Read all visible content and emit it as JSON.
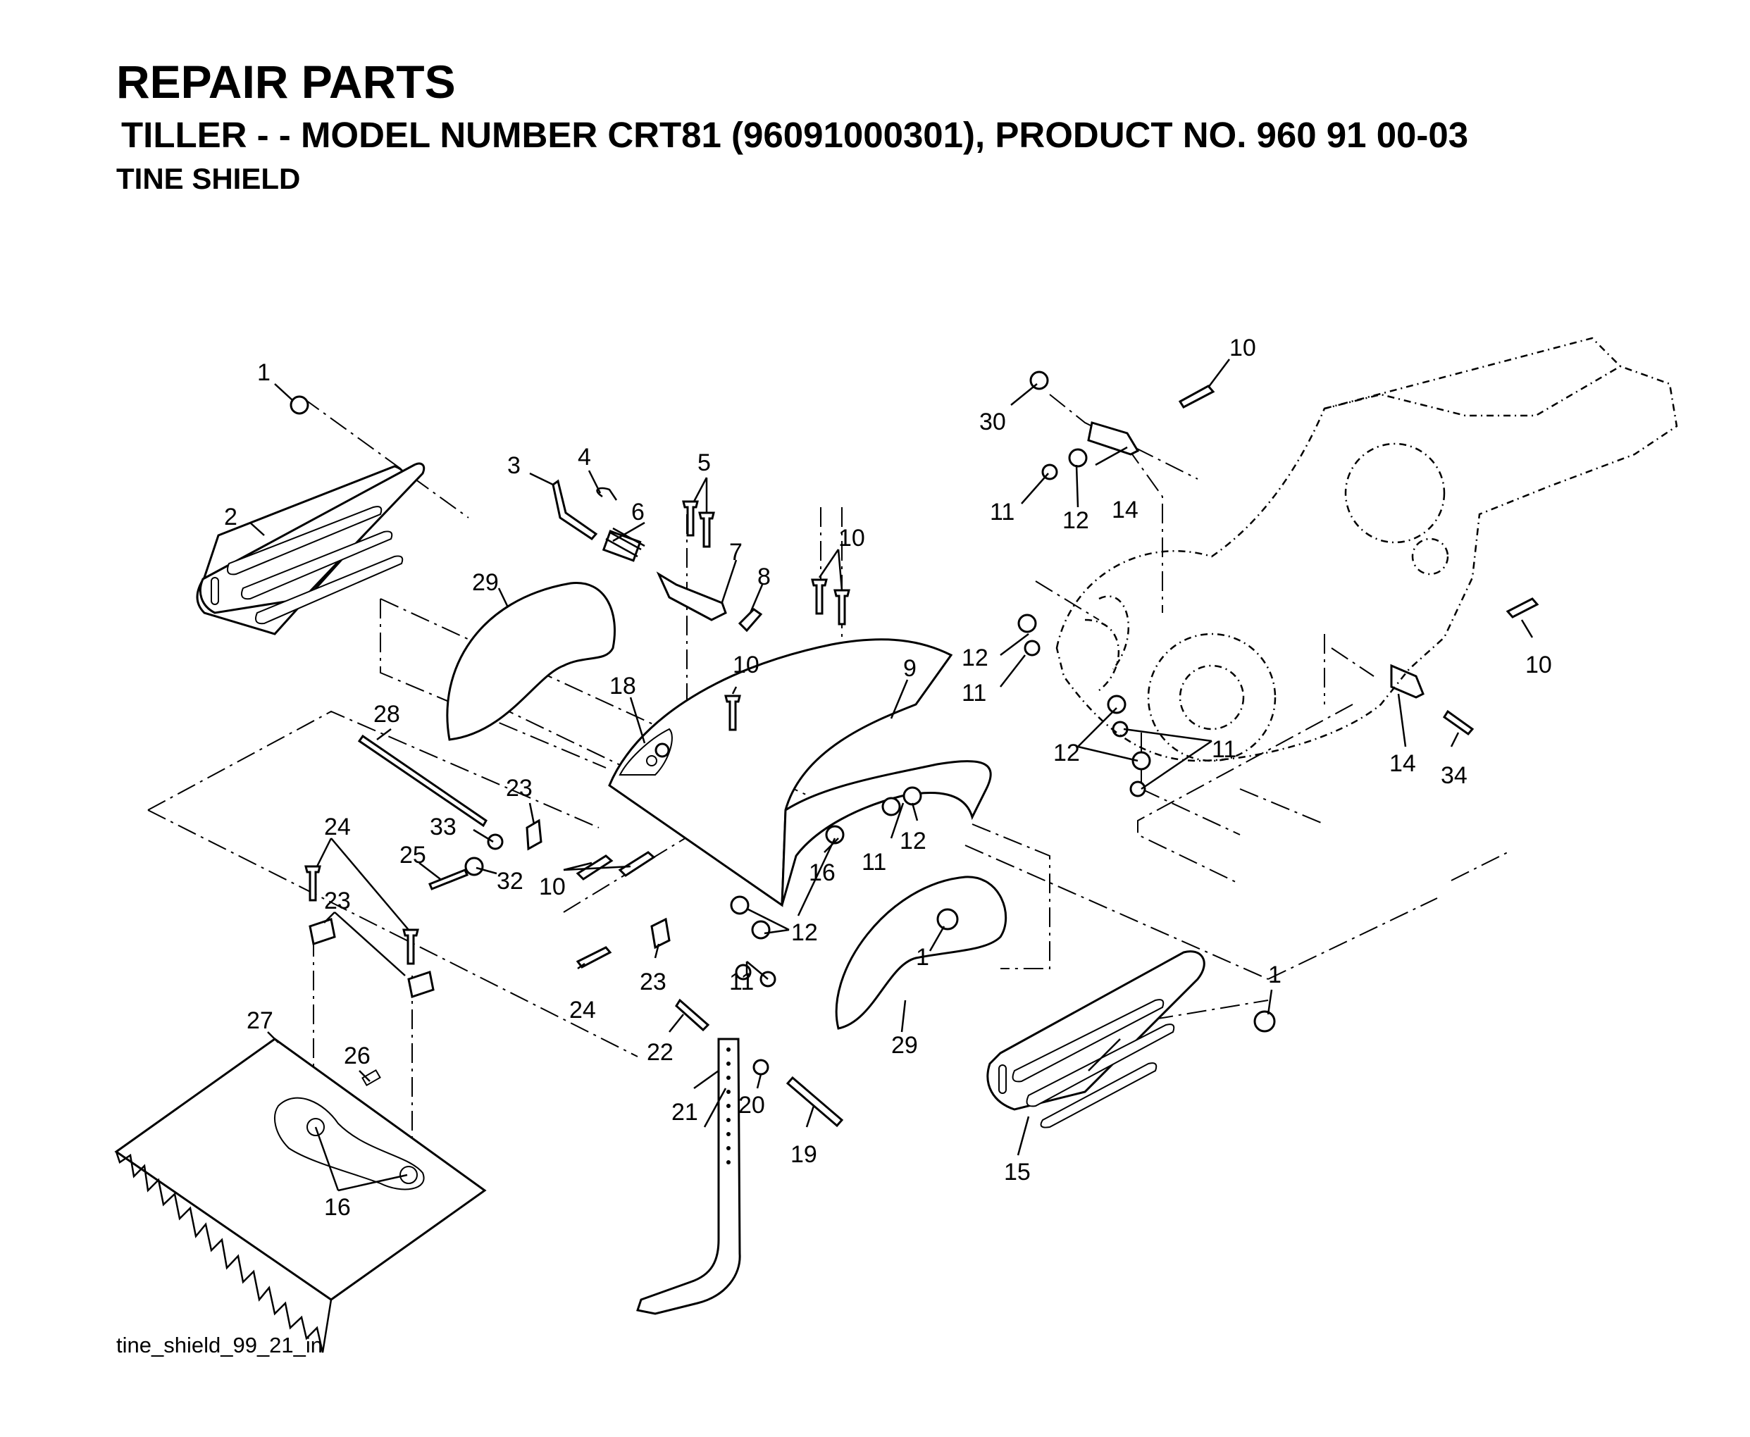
{
  "header": {
    "title": "REPAIR PARTS",
    "subtitle": "TILLER - - MODEL NUMBER CRT81 (96091000301), PRODUCT NO. 960 91 00-03",
    "section": "TINE SHIELD"
  },
  "footer": {
    "file_id": "tine_shield_99_21_in"
  },
  "callouts": {
    "c1a": "1",
    "c1b": "1",
    "c1c": "1",
    "c2": "2",
    "c3": "3",
    "c4": "4",
    "c5": "5",
    "c6": "6",
    "c7": "7",
    "c8": "8",
    "c9": "9",
    "c10a": "10",
    "c10b": "10",
    "c10c": "10",
    "c10d": "10",
    "c10e": "10",
    "c11a": "11",
    "c11b": "11",
    "c11c": "11",
    "c11d": "11",
    "c11e": "11",
    "c12a": "12",
    "c12b": "12",
    "c12c": "12",
    "c12d": "12",
    "c12e": "12",
    "c14a": "14",
    "c14b": "14",
    "c15": "15",
    "c16a": "16",
    "c16b": "16",
    "c18": "18",
    "c19": "19",
    "c20": "20",
    "c21": "21",
    "c22": "22",
    "c23a": "23",
    "c23b": "23",
    "c23c": "23",
    "c24a": "24",
    "c24b": "24",
    "c25": "25",
    "c26": "26",
    "c27": "27",
    "c28": "28",
    "c29a": "29",
    "c29b": "29",
    "c30": "30",
    "c32": "32",
    "c33": "33",
    "c34": "34"
  }
}
